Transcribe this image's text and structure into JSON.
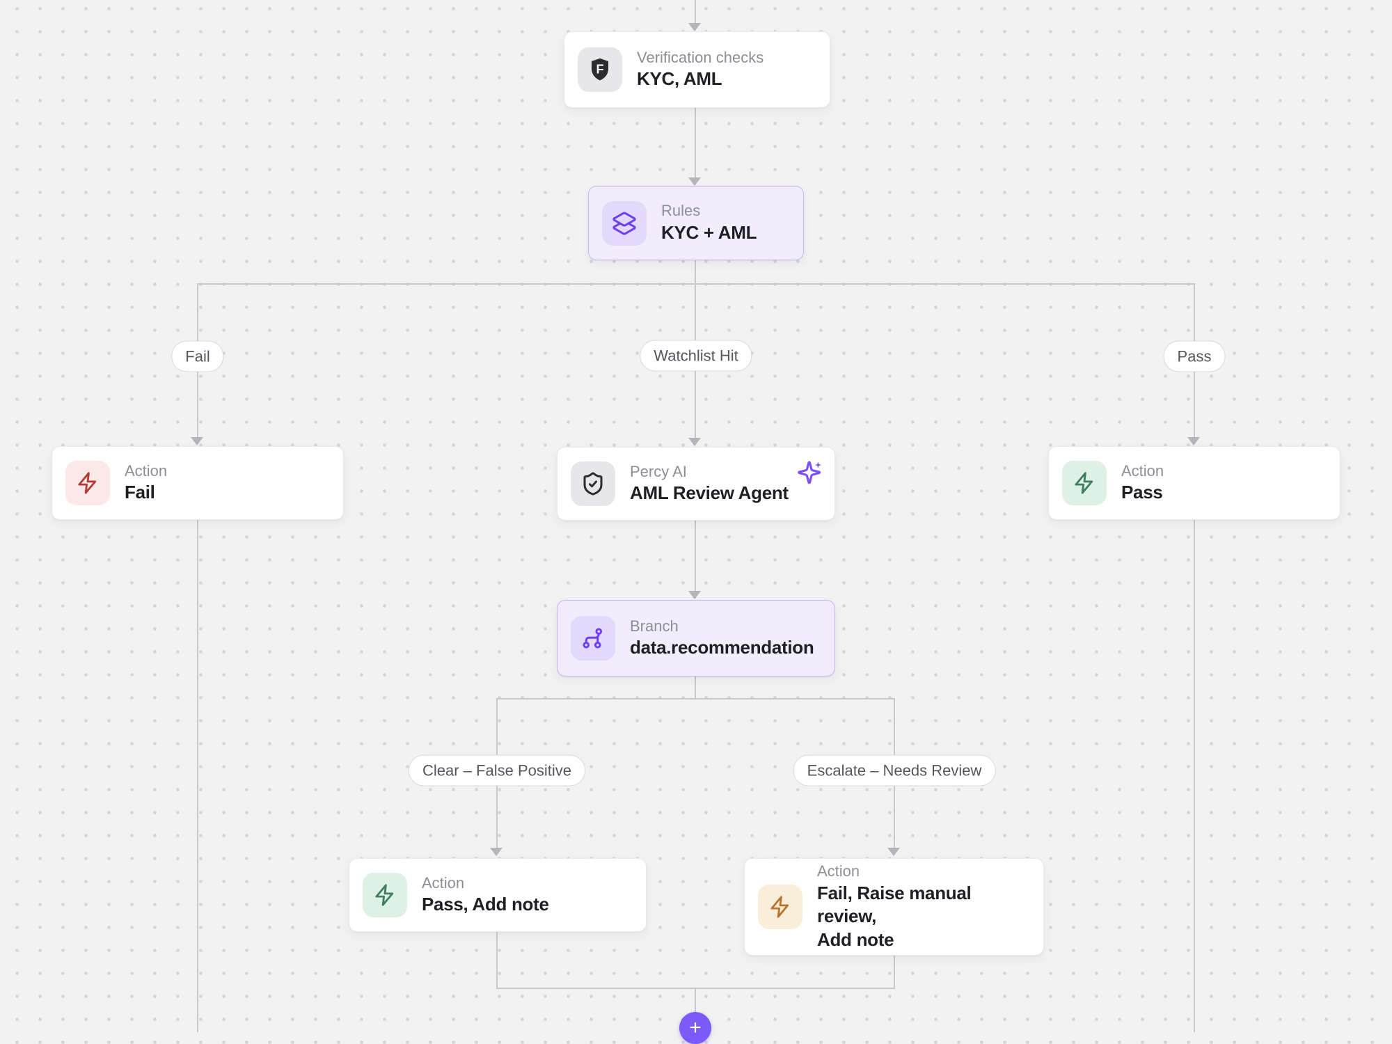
{
  "flow": {
    "nodes": {
      "verification": {
        "label": "Verification checks",
        "value": "KYC, AML"
      },
      "rules": {
        "label": "Rules",
        "value": "KYC + AML"
      },
      "action_fail": {
        "label": "Action",
        "value": "Fail"
      },
      "percy": {
        "label": "Percy AI",
        "value": "AML Review Agent"
      },
      "action_pass": {
        "label": "Action",
        "value": "Pass"
      },
      "branch": {
        "label": "Branch",
        "value": "data.recommendation"
      },
      "action_pass_note": {
        "label": "Action",
        "value": "Pass, Add note"
      },
      "action_fail_review": {
        "label": "Action",
        "value": "Fail, Raise manual review, Add note",
        "value_line1": "Fail, Raise manual review,",
        "value_line2": "Add note"
      }
    },
    "edge_labels": {
      "fail": "Fail",
      "watchlist": "Watchlist Hit",
      "pass": "Pass",
      "clear": "Clear – False Positive",
      "escalate": "Escalate – Needs Review"
    },
    "add_button_label": "+",
    "icons": {
      "verification": "shield-f-icon",
      "rules": "layers-icon",
      "actions": "zap-icon",
      "percy": "shield-check-icon",
      "percy_badge": "sparkles-icon",
      "branch": "git-branch-icon",
      "add": "plus-icon"
    },
    "colors": {
      "canvas_bg": "#f2f2f3",
      "edge_line": "#c9c9cd",
      "purple_node_bg": "#f1edfd",
      "purple_node_border": "#c6b5f7",
      "accent_purple": "#6d3ef2",
      "sparkle_purple": "#7c4ffb",
      "red_accent": "#b23b36",
      "green_accent": "#3f7f60",
      "amber_accent": "#b5762f",
      "add_button_bg": "#7a5af8"
    }
  }
}
